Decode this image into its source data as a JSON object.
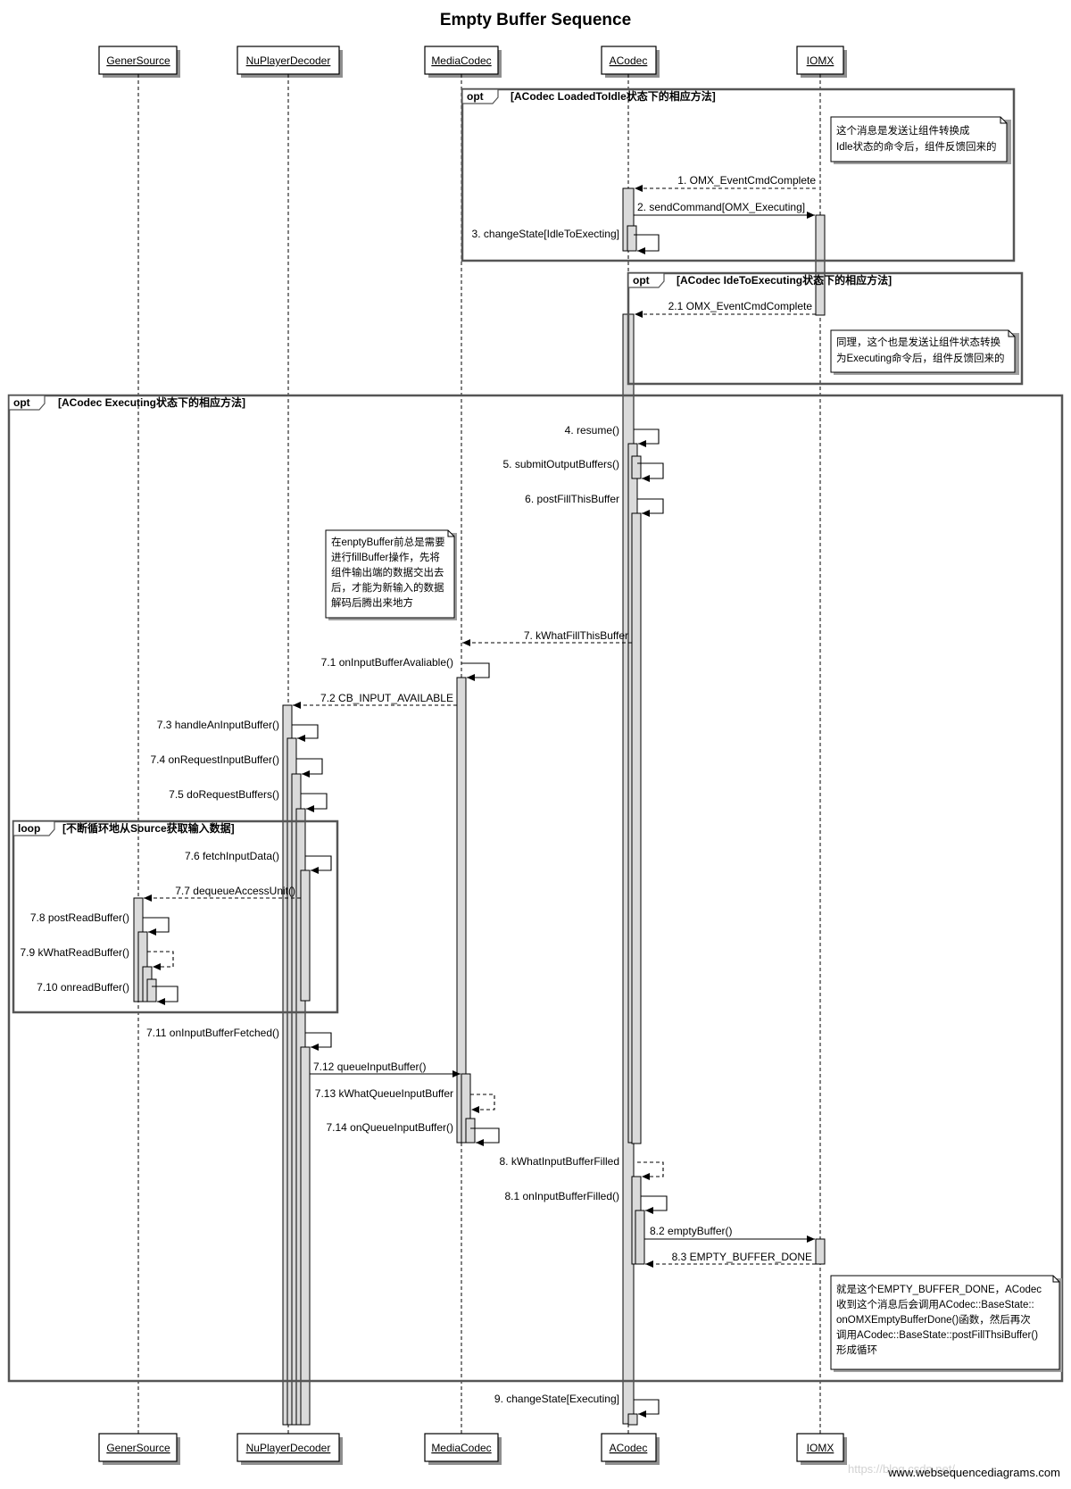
{
  "title": "Empty Buffer Sequence",
  "participants": [
    "GenerSource",
    "NuPlayerDecoder",
    "MediaCodec",
    "ACodec",
    "IOMX"
  ],
  "fragments": [
    {
      "op": "opt",
      "cond": "[ACodec LoadedToIdle状态下的相应方法]"
    },
    {
      "op": "opt",
      "cond": "[ACodec IdeToExecuting状态下的相应方法]"
    },
    {
      "op": "opt",
      "cond": "[ACodec Executing状态下的相应方法]"
    },
    {
      "op": "loop",
      "cond": "[不断循环地从Source获取输入数据]"
    }
  ],
  "messages": [
    {
      "label": "1. OMX_EventCmdComplete",
      "from": "IOMX",
      "to": "ACodec",
      "kind": "reply"
    },
    {
      "label": "2. sendCommand[OMX_Executing]",
      "from": "ACodec",
      "to": "IOMX",
      "kind": "call"
    },
    {
      "label": "3. changeState[IdleToExecting]",
      "from": "ACodec",
      "to": "ACodec",
      "kind": "self"
    },
    {
      "label": "2.1 OMX_EventCmdComplete",
      "from": "IOMX",
      "to": "ACodec",
      "kind": "reply"
    },
    {
      "label": "4. resume()",
      "from": "ACodec",
      "to": "ACodec",
      "kind": "self"
    },
    {
      "label": "5. submitOutputBuffers()",
      "from": "ACodec",
      "to": "ACodec",
      "kind": "self"
    },
    {
      "label": "6. postFillThisBuffer",
      "from": "ACodec",
      "to": "ACodec",
      "kind": "self"
    },
    {
      "label": "7. kWhatFillThisBuffer",
      "from": "ACodec",
      "to": "MediaCodec",
      "kind": "reply"
    },
    {
      "label": "7.1 onInputBufferAvaliable()",
      "from": "MediaCodec",
      "to": "MediaCodec",
      "kind": "self"
    },
    {
      "label": "7.2 CB_INPUT_AVAILABLE",
      "from": "MediaCodec",
      "to": "NuPlayerDecoder",
      "kind": "reply"
    },
    {
      "label": "7.3 handleAnInputBuffer()",
      "from": "NuPlayerDecoder",
      "to": "NuPlayerDecoder",
      "kind": "self"
    },
    {
      "label": "7.4 onRequestInputBuffer()",
      "from": "NuPlayerDecoder",
      "to": "NuPlayerDecoder",
      "kind": "self"
    },
    {
      "label": "7.5 doRequestBuffers()",
      "from": "NuPlayerDecoder",
      "to": "NuPlayerDecoder",
      "kind": "self"
    },
    {
      "label": "7.6 fetchInputData()",
      "from": "NuPlayerDecoder",
      "to": "NuPlayerDecoder",
      "kind": "self"
    },
    {
      "label": "7.7 dequeueAccessUnit()",
      "from": "NuPlayerDecoder",
      "to": "GenerSource",
      "kind": "reply"
    },
    {
      "label": "7.8 postReadBuffer()",
      "from": "GenerSource",
      "to": "GenerSource",
      "kind": "self"
    },
    {
      "label": "7.9 kWhatReadBuffer()",
      "from": "GenerSource",
      "to": "GenerSource",
      "kind": "self-reply"
    },
    {
      "label": "7.10 onreadBuffer()",
      "from": "GenerSource",
      "to": "GenerSource",
      "kind": "self"
    },
    {
      "label": "7.11 onInputBufferFetched()",
      "from": "NuPlayerDecoder",
      "to": "NuPlayerDecoder",
      "kind": "self"
    },
    {
      "label": "7.12 queueInputBuffer()",
      "from": "NuPlayerDecoder",
      "to": "MediaCodec",
      "kind": "call"
    },
    {
      "label": "7.13 kWhatQueueInputBuffer",
      "from": "MediaCodec",
      "to": "MediaCodec",
      "kind": "self-reply"
    },
    {
      "label": "7.14 onQueueInputBuffer()",
      "from": "MediaCodec",
      "to": "MediaCodec",
      "kind": "self"
    },
    {
      "label": "8. kWhatInputBufferFilled",
      "from": "ACodec",
      "to": "ACodec",
      "kind": "self-reply"
    },
    {
      "label": "8.1 onInputBufferFilled()",
      "from": "ACodec",
      "to": "ACodec",
      "kind": "self"
    },
    {
      "label": "8.2 emptyBuffer()",
      "from": "ACodec",
      "to": "IOMX",
      "kind": "call"
    },
    {
      "label": "8.3 EMPTY_BUFFER_DONE",
      "from": "IOMX",
      "to": "ACodec",
      "kind": "reply"
    },
    {
      "label": "9. changeState[Executing]",
      "from": "ACodec",
      "to": "ACodec",
      "kind": "self"
    }
  ],
  "notes": [
    {
      "lines": [
        "这个消息是发送让组件转换成",
        "Idle状态的命令后，组件反馈回来的"
      ]
    },
    {
      "lines": [
        "同理，这个也是发送让组件状态转换",
        "为Executing命令后，组件反馈回来的"
      ]
    },
    {
      "lines": [
        "在enptyBuffer前总是需要",
        "进行fillBuffer操作，先将",
        "组件输出端的数据交出去",
        "后，才能为新输入的数据",
        "解码后腾出来地方"
      ]
    },
    {
      "lines": [
        "就是这个EMPTY_BUFFER_DONE，ACodec",
        "收到这个消息后会调用ACodec::BaseState::",
        "onOMXEmptyBufferDone()函数，然后再次",
        "调用ACodec::BaseState::postFillThsiBuffer()",
        "形成循环"
      ]
    }
  ],
  "footer": "www.websequencediagrams.com",
  "watermark": "https://blog.csdn.net/..."
}
